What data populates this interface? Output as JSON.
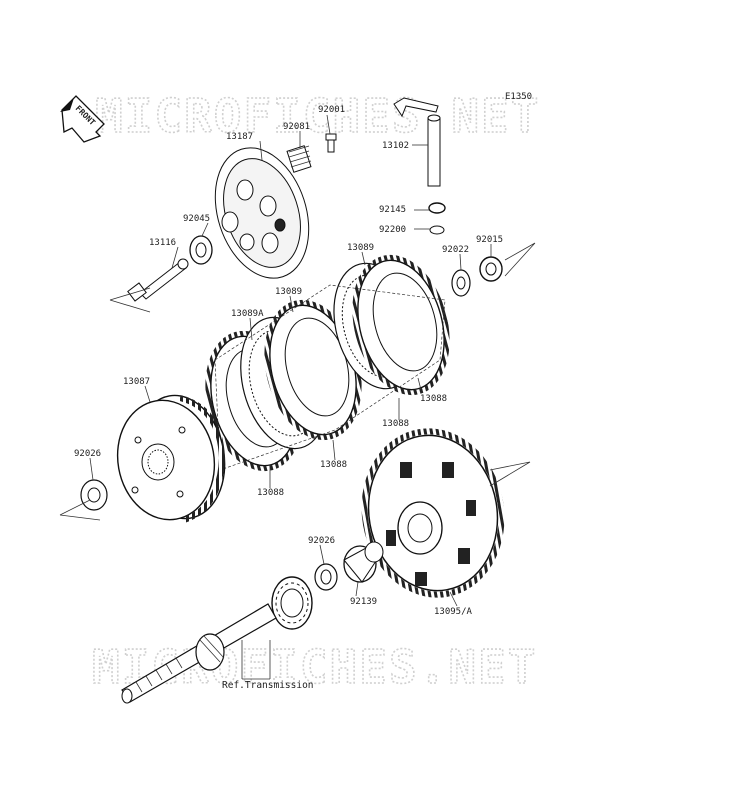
{
  "diagram_code": "E1350",
  "front_arrow_label": "FRONT",
  "watermark": "MICROFICHES.NET",
  "reference_label": "Ref.Transmission",
  "parts": {
    "p92001": "92001",
    "p92081": "92081",
    "p13187": "13187",
    "p13102": "13102",
    "p92045": "92045",
    "p13116": "13116",
    "p92145": "92145",
    "p92200": "92200",
    "p92022": "92022",
    "p92015": "92015",
    "p13089_top": "13089",
    "p13089_mid": "13089",
    "p13089A": "13089A",
    "p13087": "13087",
    "p13088_r1": "13088",
    "p13088_r2": "13088",
    "p13088_c": "13088",
    "p13088_l": "13088",
    "p92026_left": "92026",
    "p92026_mid": "92026",
    "p92139": "92139",
    "p13095A": "13095/A"
  }
}
